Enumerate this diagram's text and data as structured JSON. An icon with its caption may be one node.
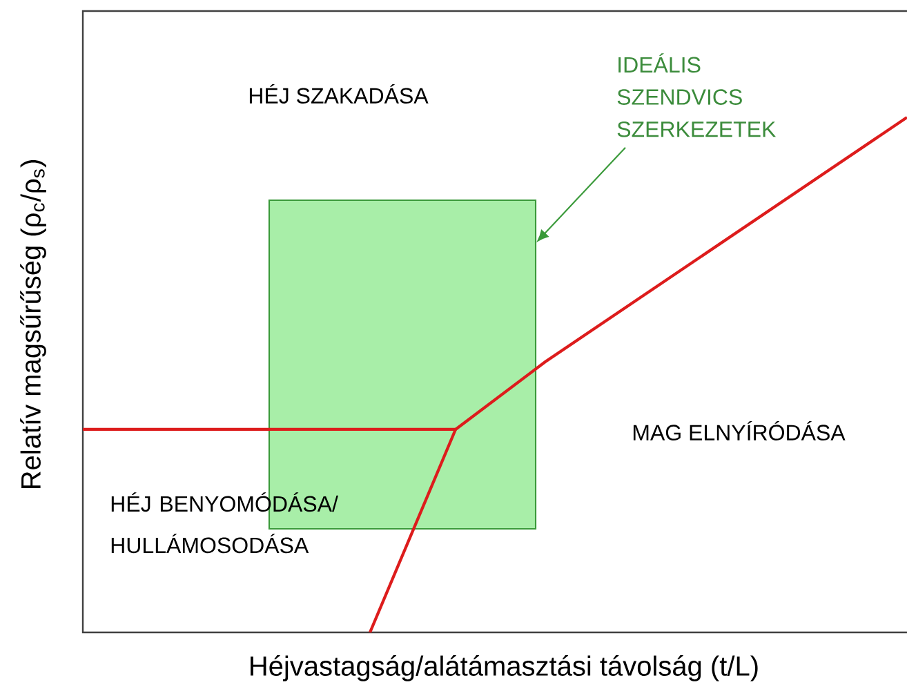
{
  "diagram": {
    "nodes": [
      {
        "text": [
          "IDEÁLIS SZENDVICS SZERKEZETEK"
        ]
      },
      {
        "text": [],
        "shape": "box"
      }
    ],
    "edges": [
      {
        "from": 0,
        "to": 1,
        "arrow": "to"
      }
    ],
    "labels": [
      "HÉJ SZAKADÁSA",
      "MAG ELNYÍRÓDÁSA",
      "HÉJ BENYOMÓDÁSA/ HULLÁMOSODÁSA",
      "Relatív magsűrűség (ρ$_{c}$/ρ$_{s}$)",
      "Héjvastagság/alátámasztási távolság (t/L)"
    ]
  }
}
